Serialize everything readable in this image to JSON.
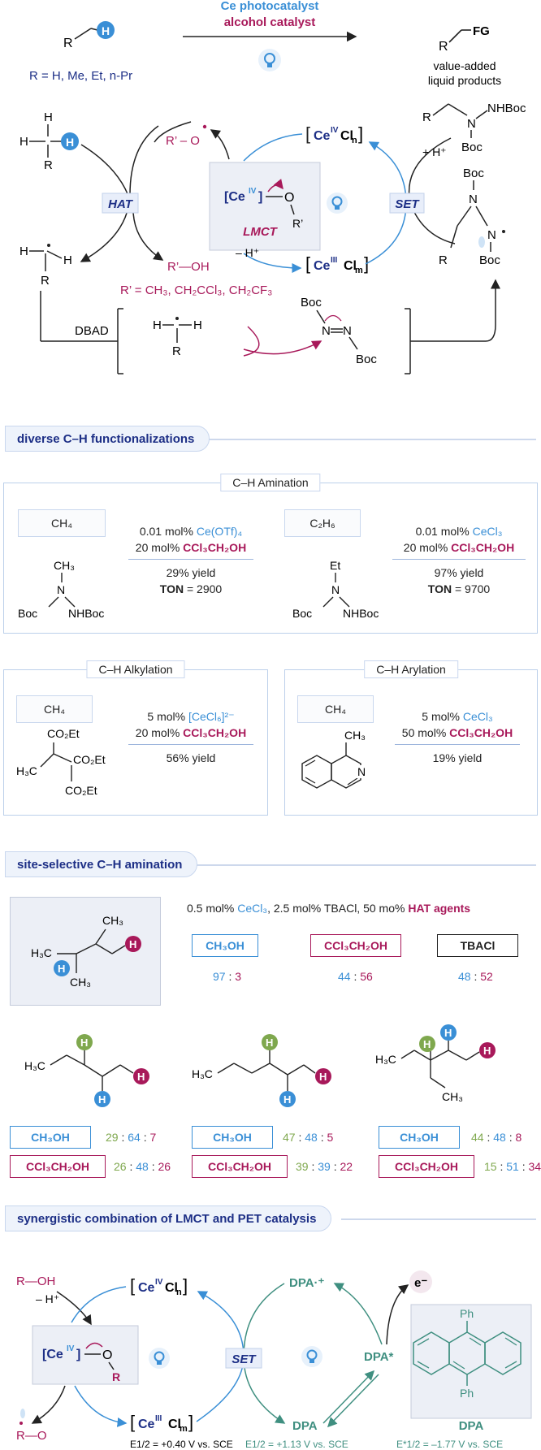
{
  "top": {
    "cat1": "Ce photocatalyst",
    "cat2": "alcohol catalyst",
    "r_def": "R = H, Me, Et, n-Pr",
    "fg": "FG",
    "products1": "value-added",
    "products2": "liquid products"
  },
  "mech": {
    "hat": "HAT",
    "set": "SET",
    "lmct": "LMCT",
    "minus_h": "– H⁺",
    "plus_h": "+ H⁺",
    "roh": "R’—OH",
    "rprime": "R’ = CH₃, CH₂CCl₃, CH₂CF₃",
    "dbad": "DBAD",
    "ce4": "[CeIVCln]",
    "ce3": "[CeIIICl m]"
  },
  "sec1": {
    "pill": "diverse C–H functionalizations",
    "amination": {
      "title": "C–H Amination",
      "left": {
        "sub": "CH₄",
        "c1": "0.01 mol%",
        "c1b": "Ce(OTf)₄",
        "c2": "20 mol%",
        "c2b": "CCl₃CH₂OH",
        "yield": "29% yield",
        "ton_l": "TON",
        "ton_v": " = 2900"
      },
      "right": {
        "sub": "C₂H₆",
        "c1": "0.01 mol%",
        "c1b": "CeCl₃",
        "c2": "20 mol%",
        "c2b": "CCl₃CH₂OH",
        "yield": "97% yield",
        "ton_l": "TON",
        "ton_v": " = 9700"
      }
    },
    "alkylation": {
      "title": "C–H Alkylation",
      "sub": "CH₄",
      "c1": "5 mol%",
      "c1b": "[CeCl₆]²⁻",
      "c2": "20 mol%",
      "c2b": "CCl₃CH₂OH",
      "yield": "56% yield"
    },
    "arylation": {
      "title": "C–H Arylation",
      "sub": "CH₄",
      "c1": "5 mol%",
      "c1b": "CeCl₃",
      "c2": "50 mol%",
      "c2b": "CCl₃CH₂OH",
      "yield": "19% yield"
    }
  },
  "sec2": {
    "pill": "site-selective C–H amination",
    "cond_a": "0.5 mol%",
    "cond_b": "CeCl₃",
    "cond_c": ", 2.5 mol% TBACl, 50 mo%",
    "cond_d": "HAT agents",
    "solvents": [
      "CH₃OH",
      "CCl₃CH₂OH",
      "TBACl"
    ],
    "ratios_top": [
      [
        "97",
        "3"
      ],
      [
        "44",
        "56"
      ],
      [
        "48",
        "52"
      ]
    ],
    "sub_solv": [
      "CH₃OH",
      "CCl₃CH₂OH"
    ],
    "ratios_bottom": [
      [
        [
          "29",
          "64",
          "7"
        ],
        [
          "26",
          "48",
          "26"
        ]
      ],
      [
        [
          "47",
          "48",
          "5"
        ],
        [
          "39",
          "39",
          "22"
        ]
      ],
      [
        [
          "44",
          "48",
          "8"
        ],
        [
          "15",
          "51",
          "34"
        ]
      ]
    ]
  },
  "sec3": {
    "pill": "synergistic combination of LMCT and PET catalysis",
    "roh": "R—OH",
    "minus_h": "– H⁺",
    "ro": "R—O",
    "set": "SET",
    "dpa_rad": "DPA·⁺",
    "dpa_star": "DPA*",
    "dpa": "DPA",
    "electron": "e⁻",
    "ph": "Ph",
    "dpa_label": "DPA",
    "e1": "E1/2 = +0.40 V vs. SCE",
    "e2": "E1/2 = +1.13 V vs. SCE",
    "e3": "E*1/2 = –1.77 V vs. SCE"
  },
  "colors": {
    "blue": "#3a8fd6",
    "magenta": "#a8195a",
    "navy": "#1d2f86",
    "teal": "#3f8f80",
    "green": "#7fa84e"
  }
}
